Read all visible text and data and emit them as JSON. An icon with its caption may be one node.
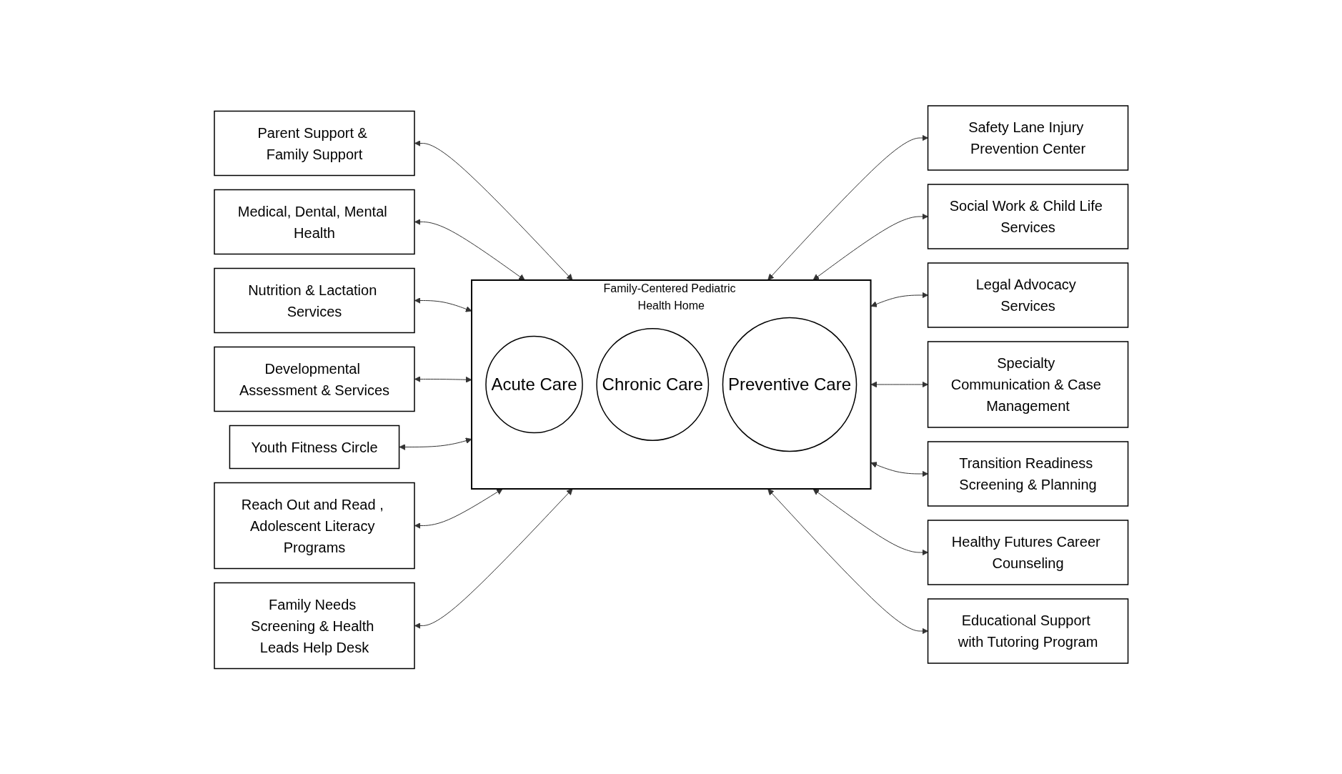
{
  "diagram": {
    "nodes": [
      {
        "text": [
          "Family-Centered Pediatric Health Home"
        ]
      },
      {
        "text": [
          "Acute Care"
        ],
        "in": 0
      },
      {
        "text": [
          "Chronic Care"
        ],
        "in": 0
      },
      {
        "text": [
          "Preventive Care"
        ],
        "in": 0
      },
      {
        "text": [
          "Parent Support & Family Support"
        ]
      },
      {
        "text": [
          "Medical, Dental, Mental Health"
        ]
      },
      {
        "text": [
          "Safety Lane Injury Prevention Center"
        ]
      },
      {
        "text": [
          "Nutrition & Lactation Services"
        ]
      },
      {
        "text": [
          "Social Work & Child Life Services"
        ]
      },
      {
        "text": [
          "Developmental Assessment & Services"
        ]
      },
      {
        "text": [
          "Legal Advocacy Services"
        ]
      },
      {
        "text": [
          "Youth Fitness Circle"
        ]
      },
      {
        "text": [
          "Specialty Communication & Case Management"
        ]
      },
      {
        "text": [
          "Reach Out and Read , Adolescent Literacy Programs"
        ]
      },
      {
        "text": [
          "Transition Readiness Screening & Planning"
        ]
      },
      {
        "text": [
          "Family Needs Screening & Health Leads Help Desk"
        ]
      },
      {
        "text": [
          "Healthy Futures Career Counseling"
        ]
      },
      {
        "text": [
          "Educational Support with Tutoring Program"
        ]
      }
    ],
    "edges": [
      {
        "from": 4,
        "to": 0,
        "arrow": "both"
      },
      {
        "from": 5,
        "to": 0,
        "arrow": "both"
      },
      {
        "from": 0,
        "to": 6,
        "arrow": "both"
      },
      {
        "from": 7,
        "to": 0,
        "arrow": "both"
      },
      {
        "from": 0,
        "to": 8,
        "arrow": "both"
      },
      {
        "from": 9,
        "to": 0,
        "arrow": "both"
      },
      {
        "from": 0,
        "to": 10,
        "arrow": "both"
      },
      {
        "from": 11,
        "to": 0,
        "arrow": "both"
      },
      {
        "from": 0,
        "to": 12,
        "arrow": "both"
      },
      {
        "from": 13,
        "to": 0,
        "arrow": "both"
      },
      {
        "from": 0,
        "to": 14,
        "arrow": "both"
      },
      {
        "from": 15,
        "to": 0,
        "arrow": "both"
      },
      {
        "from": 0,
        "to": 16,
        "arrow": "both"
      },
      {
        "from": 0,
        "to": 17,
        "arrow": "both"
      }
    ]
  }
}
